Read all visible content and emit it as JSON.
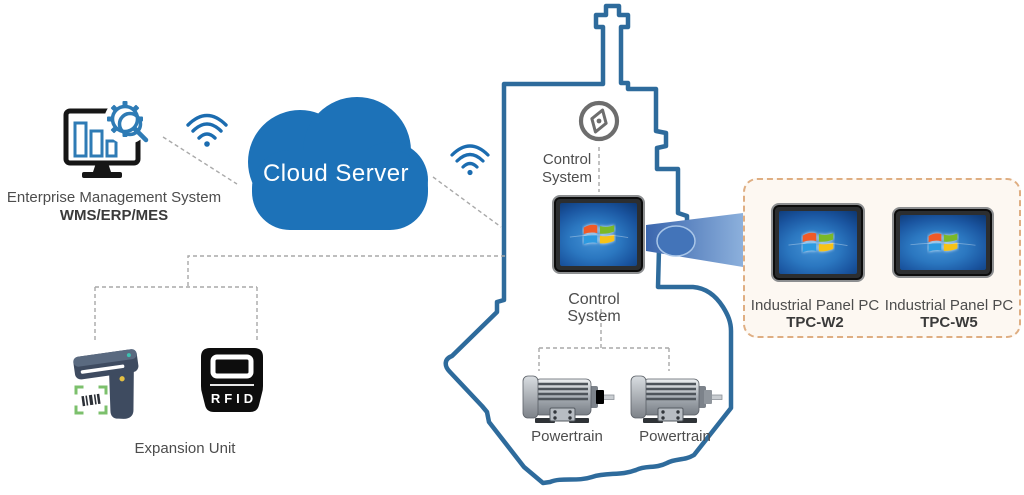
{
  "colors": {
    "machine_outline": "#2e6b9c",
    "cloud_fill": "#1d72b8",
    "wifi_icon": "#1b6cb0",
    "connector_dash": "#a9a9a9",
    "panel_box_border": "#dfae82",
    "panel_box_bg": "#fdf8f2",
    "beam_start": "#3b66ad",
    "beam_end": "#8cb0dc",
    "label_text": "#4d4d4d"
  },
  "enterprise": {
    "title": "Enterprise Management System",
    "subtitle": "WMS/ERP/MES"
  },
  "cloud": {
    "label": "Cloud Server"
  },
  "machine": {
    "sensor_label_line1": "Control",
    "sensor_label_line2": "System",
    "panel_label": "Control System",
    "powertrains": [
      {
        "label": "Powertrain"
      },
      {
        "label": "Powertrain"
      }
    ]
  },
  "expansion": {
    "label": "Expansion Unit",
    "rfid_text": "RFID"
  },
  "panel_box": {
    "items": [
      {
        "title": "Industrial Panel PC",
        "model": "TPC-W2"
      },
      {
        "title": "Industrial Panel PC",
        "model": "TPC-W5"
      }
    ]
  }
}
